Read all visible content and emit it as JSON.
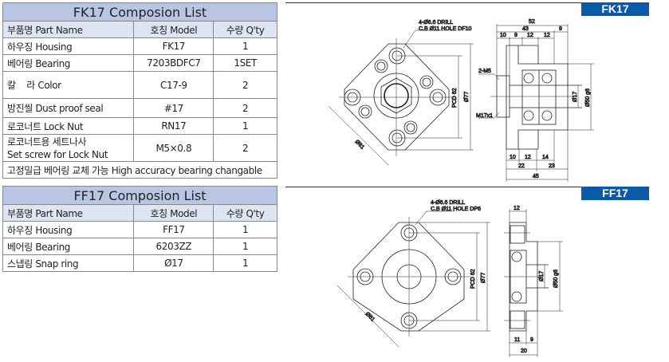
{
  "fk": {
    "title": "FK17 Composion List",
    "headers": [
      "부품명 Part Name",
      "호칭 Model",
      "수량 Q'ty"
    ],
    "rows": [
      {
        "name": "하우징 Housing",
        "model": "FK17",
        "qty": "1"
      },
      {
        "name": "베어링 Bearing",
        "model": "7203BDFC7",
        "qty": "1SET"
      },
      {
        "name": "칼    라 Color",
        "model": "C17-9",
        "qty": "2"
      },
      {
        "name": "방진씰 Dust proof seal",
        "model": "#17",
        "qty": "2"
      },
      {
        "name": "로코너트 Lock Nut",
        "model": "RN17",
        "qty": "1"
      },
      {
        "name": "로코너트용 세트나사",
        "name2": "Set screw for Lock Nut",
        "model": "M5×0.8",
        "qty": "2"
      }
    ],
    "note": "고정밀급 베어링 교체 가능 High accuracy bearing changable",
    "badge": "FK17",
    "drawing": {
      "drill1": "4-Ø6.6 DRILL",
      "drill2": "C.B Ø11 HOLE DF10",
      "d61": "Ø61",
      "pcd": "PCD 62",
      "d77": "Ø77",
      "top": [
        "52",
        "43",
        "9",
        "10",
        "9",
        "12",
        "12"
      ],
      "m5": "2-M5",
      "m17": "M17x1",
      "d17": "Ø17",
      "d50": "Ø50 g6",
      "bottom": [
        "10",
        "12",
        "14",
        "22",
        "23",
        "45"
      ]
    }
  },
  "ff": {
    "title": "FF17 Composion List",
    "headers": [
      "부품명 Part Name",
      "호칭 Model",
      "수량 Q'ty"
    ],
    "rows": [
      {
        "name": "하우징 Housing",
        "model": "FF17",
        "qty": "1"
      },
      {
        "name": "베어링 Bearing",
        "model": "6203ZZ",
        "qty": "1"
      },
      {
        "name": "스냅링 Snap ring",
        "model": "Ø17",
        "qty": "1"
      }
    ],
    "badge": "FF17",
    "drawing": {
      "drill1": "4-Ø6.6 DRILL",
      "drill2": "C.B Ø11 HOLE DP6",
      "d61": "Ø61",
      "pcd": "PCD 62",
      "d77": "Ø77",
      "top": "12",
      "d17": "Ø17",
      "d50": "Ø50 g6",
      "bottom": [
        "11",
        "9",
        "20"
      ]
    }
  }
}
